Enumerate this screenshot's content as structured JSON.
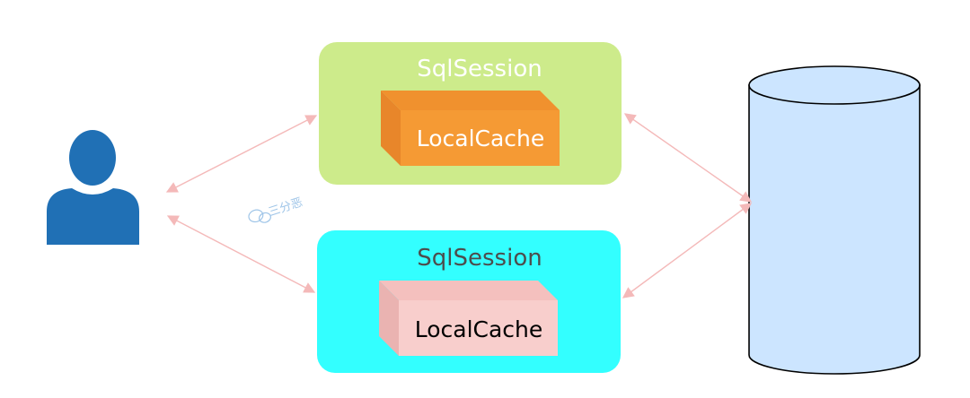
{
  "sessions": [
    {
      "title": "SqlSession",
      "cache_label": "LocalCache",
      "box_color": "#cdeb8b",
      "title_color": "#ffffff",
      "cache_front_color": "#f59a34",
      "cache_top_color": "#f0912e",
      "cache_side_color": "#e8862a",
      "cache_text_color": "#ffffff"
    },
    {
      "title": "SqlSession",
      "cache_label": "LocalCache",
      "box_color": "#33ffff",
      "title_color": "#4d4d4d",
      "cache_front_color": "#f8cecc",
      "cache_top_color": "#f4c0be",
      "cache_side_color": "#eab3b1",
      "cache_text_color": "#000000"
    }
  ],
  "user_icon": {
    "name": "user-icon",
    "color": "#2070b5"
  },
  "database": {
    "name": "database-cylinder",
    "fill": "#cce5ff",
    "stroke": "#000000"
  },
  "connector_color": "#f4b9b9",
  "watermark": {
    "icon": "wechat-icon",
    "text": "三分恶",
    "color": "#9fc5e8"
  }
}
